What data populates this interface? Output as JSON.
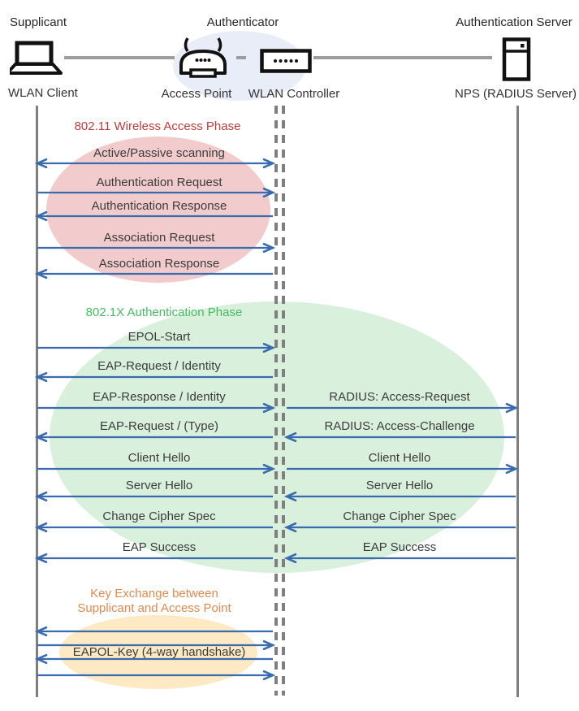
{
  "actors": {
    "supplicant_role": "Supplicant",
    "supplicant_device": "WLAN Client",
    "authenticator_role": "Authenticator",
    "access_point_label": "Access Point",
    "controller_label": "WLAN Controller",
    "server_role": "Authentication Server",
    "server_device": "NPS (RADIUS Server)"
  },
  "icons": {
    "supplicant": "laptop-icon",
    "access_point": "access-point-icon",
    "controller": "wlan-controller-icon",
    "server": "server-icon"
  },
  "colors": {
    "arrow_blue": "#3a6bae",
    "lifeline_gray": "#7f7f7f",
    "connector_gray": "#9d9d9d",
    "message_text": "#3b3b3b",
    "phase1_title": "#c03a3c",
    "phase1_ellipse": "#f2cccc",
    "phase2_title": "#47bb61",
    "phase2_ellipse": "#d9f0dd",
    "phase3_title": "#de8a4f",
    "phase3_ellipse": "#fdeac4",
    "authenticator_ellipse": "#e9edf8"
  },
  "phases": [
    {
      "id": "wireless-access-phase",
      "title": "802.11 Wireless Access Phase",
      "rows": [
        {
          "left_label": "Active/Passive scanning",
          "left_dir": "both"
        },
        {
          "left_label": "Authentication Request",
          "left_dir": "right"
        },
        {
          "left_label": "Authentication Response",
          "left_dir": "left"
        },
        {
          "left_label": "Association Request",
          "left_dir": "right"
        },
        {
          "left_label": "Association Response",
          "left_dir": "left"
        }
      ]
    },
    {
      "id": "dot1x-authentication-phase",
      "title": "802.1X Authentication Phase",
      "rows": [
        {
          "left_label": "EPOL-Start",
          "left_dir": "right"
        },
        {
          "left_label": "EAP-Request / Identity",
          "left_dir": "left"
        },
        {
          "left_label": "EAP-Response / Identity",
          "left_dir": "right",
          "right_label": "RADIUS: Access-Request",
          "right_dir": "right"
        },
        {
          "left_label": "EAP-Request / (Type)",
          "left_dir": "left",
          "right_label": "RADIUS: Access-Challenge",
          "right_dir": "left"
        },
        {
          "left_label": "Client Hello",
          "left_dir": "right",
          "right_label": "Client Hello",
          "right_dir": "right"
        },
        {
          "left_label": "Server Hello",
          "left_dir": "left",
          "right_label": "Server Hello",
          "right_dir": "left"
        },
        {
          "left_label": "Change Cipher Spec",
          "left_dir": "left",
          "right_label": "Change Cipher Spec",
          "right_dir": "left"
        },
        {
          "left_label": "EAP Success",
          "left_dir": "left",
          "right_label": "EAP Success",
          "right_dir": "left"
        }
      ]
    },
    {
      "id": "key-exchange-phase",
      "title_line1": "Key Exchange between",
      "title_line2": "Supplicant and Access Point",
      "rows": [
        {
          "left_dir": "left"
        },
        {
          "left_dir": "right"
        },
        {
          "left_label": "EAPOL-Key (4-way handshake)",
          "left_dir": "left"
        },
        {
          "left_dir": "right"
        }
      ]
    }
  ]
}
